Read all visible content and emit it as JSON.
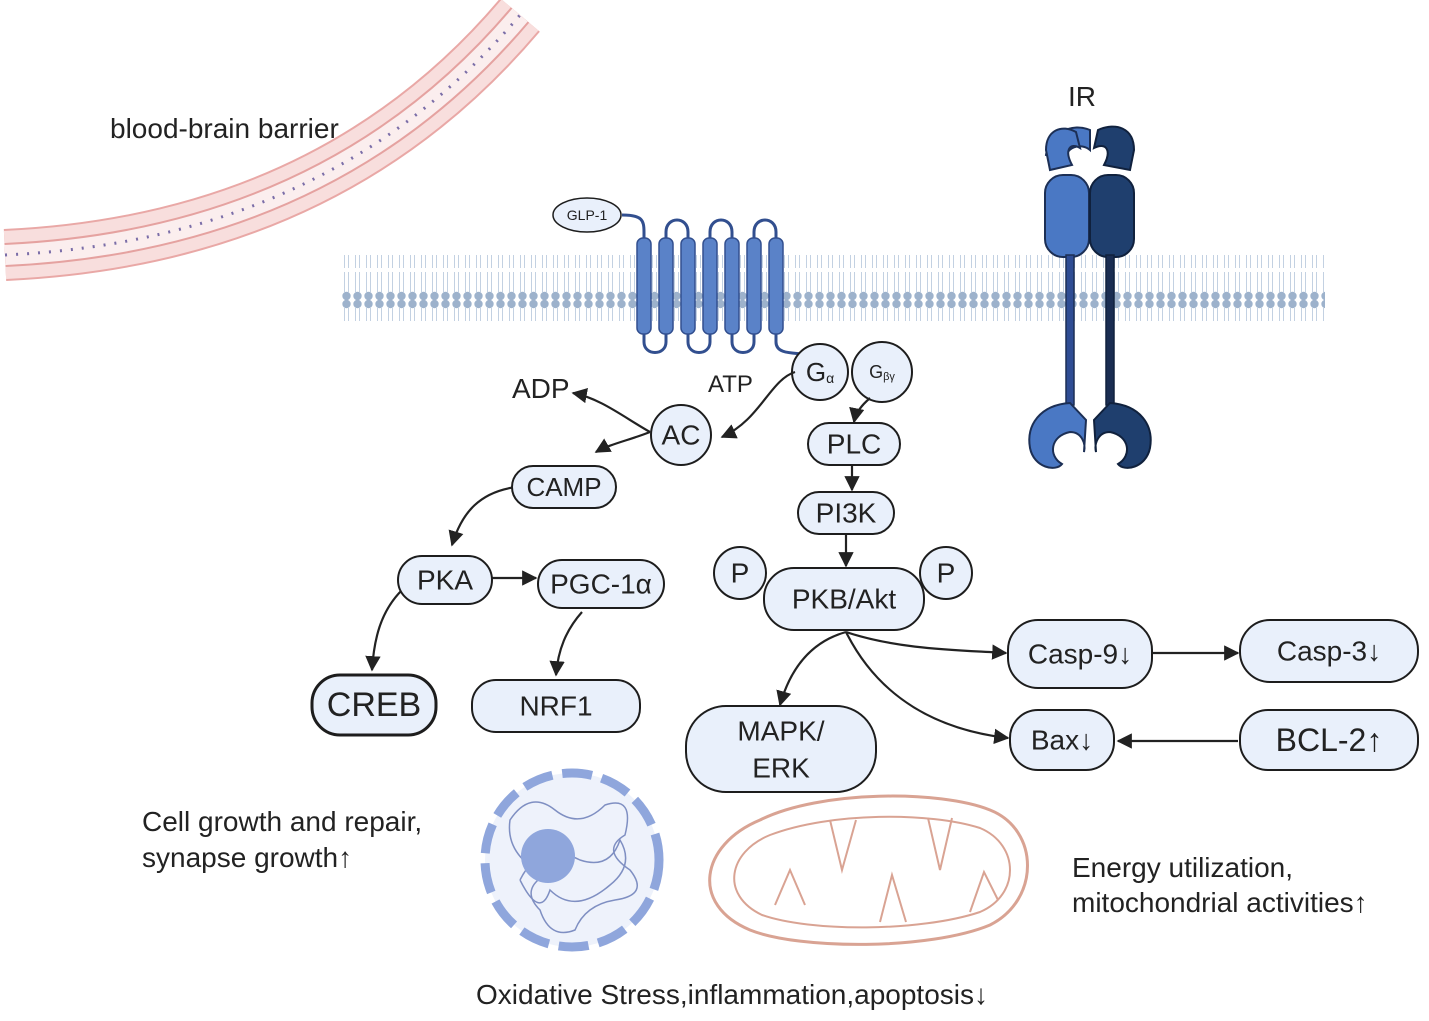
{
  "labels": {
    "bbb": "blood-brain barrier",
    "ir": "IR",
    "glp1": "GLP-1",
    "atp": "ATP",
    "adp": "ADP",
    "cell_growth_line1": "Cell growth and repair,",
    "cell_growth_line2": "synapse growth↑",
    "energy_line1": "Energy utilization,",
    "energy_line2": "mitochondrial activities↑",
    "oxidative": "Oxidative Stress,inflammation,apoptosis↓"
  },
  "nodes": {
    "g_alpha": "G",
    "g_alpha_sub": "α",
    "g_beta_gamma": "G",
    "g_beta_gamma_sub": "βγ",
    "ac": "AC",
    "camp": "CAMP",
    "pka": "PKA",
    "pgc1a": "PGC-1α",
    "creb": "CREB",
    "nrf1": "NRF1",
    "plc": "PLC",
    "pi3k": "PI3K",
    "pkb": "PKB/Akt",
    "p_left": "P",
    "p_right": "P",
    "mapk_line1": "MAPK/",
    "mapk_line2": "ERK",
    "casp9": "Casp-9↓",
    "casp3": "Casp-3↓",
    "bax": "Bax↓",
    "bcl2": "BCL-2↑"
  },
  "colors": {
    "node_fill": "#e9f0fb",
    "receptor_blue": "#4a78c4",
    "receptor_dark": "#1f3f6e",
    "membrane": "#9db2cc",
    "bbb_fill": "#f4c7c5",
    "mito_stroke": "#d9a393",
    "nucleus": "#8fa6dc"
  }
}
